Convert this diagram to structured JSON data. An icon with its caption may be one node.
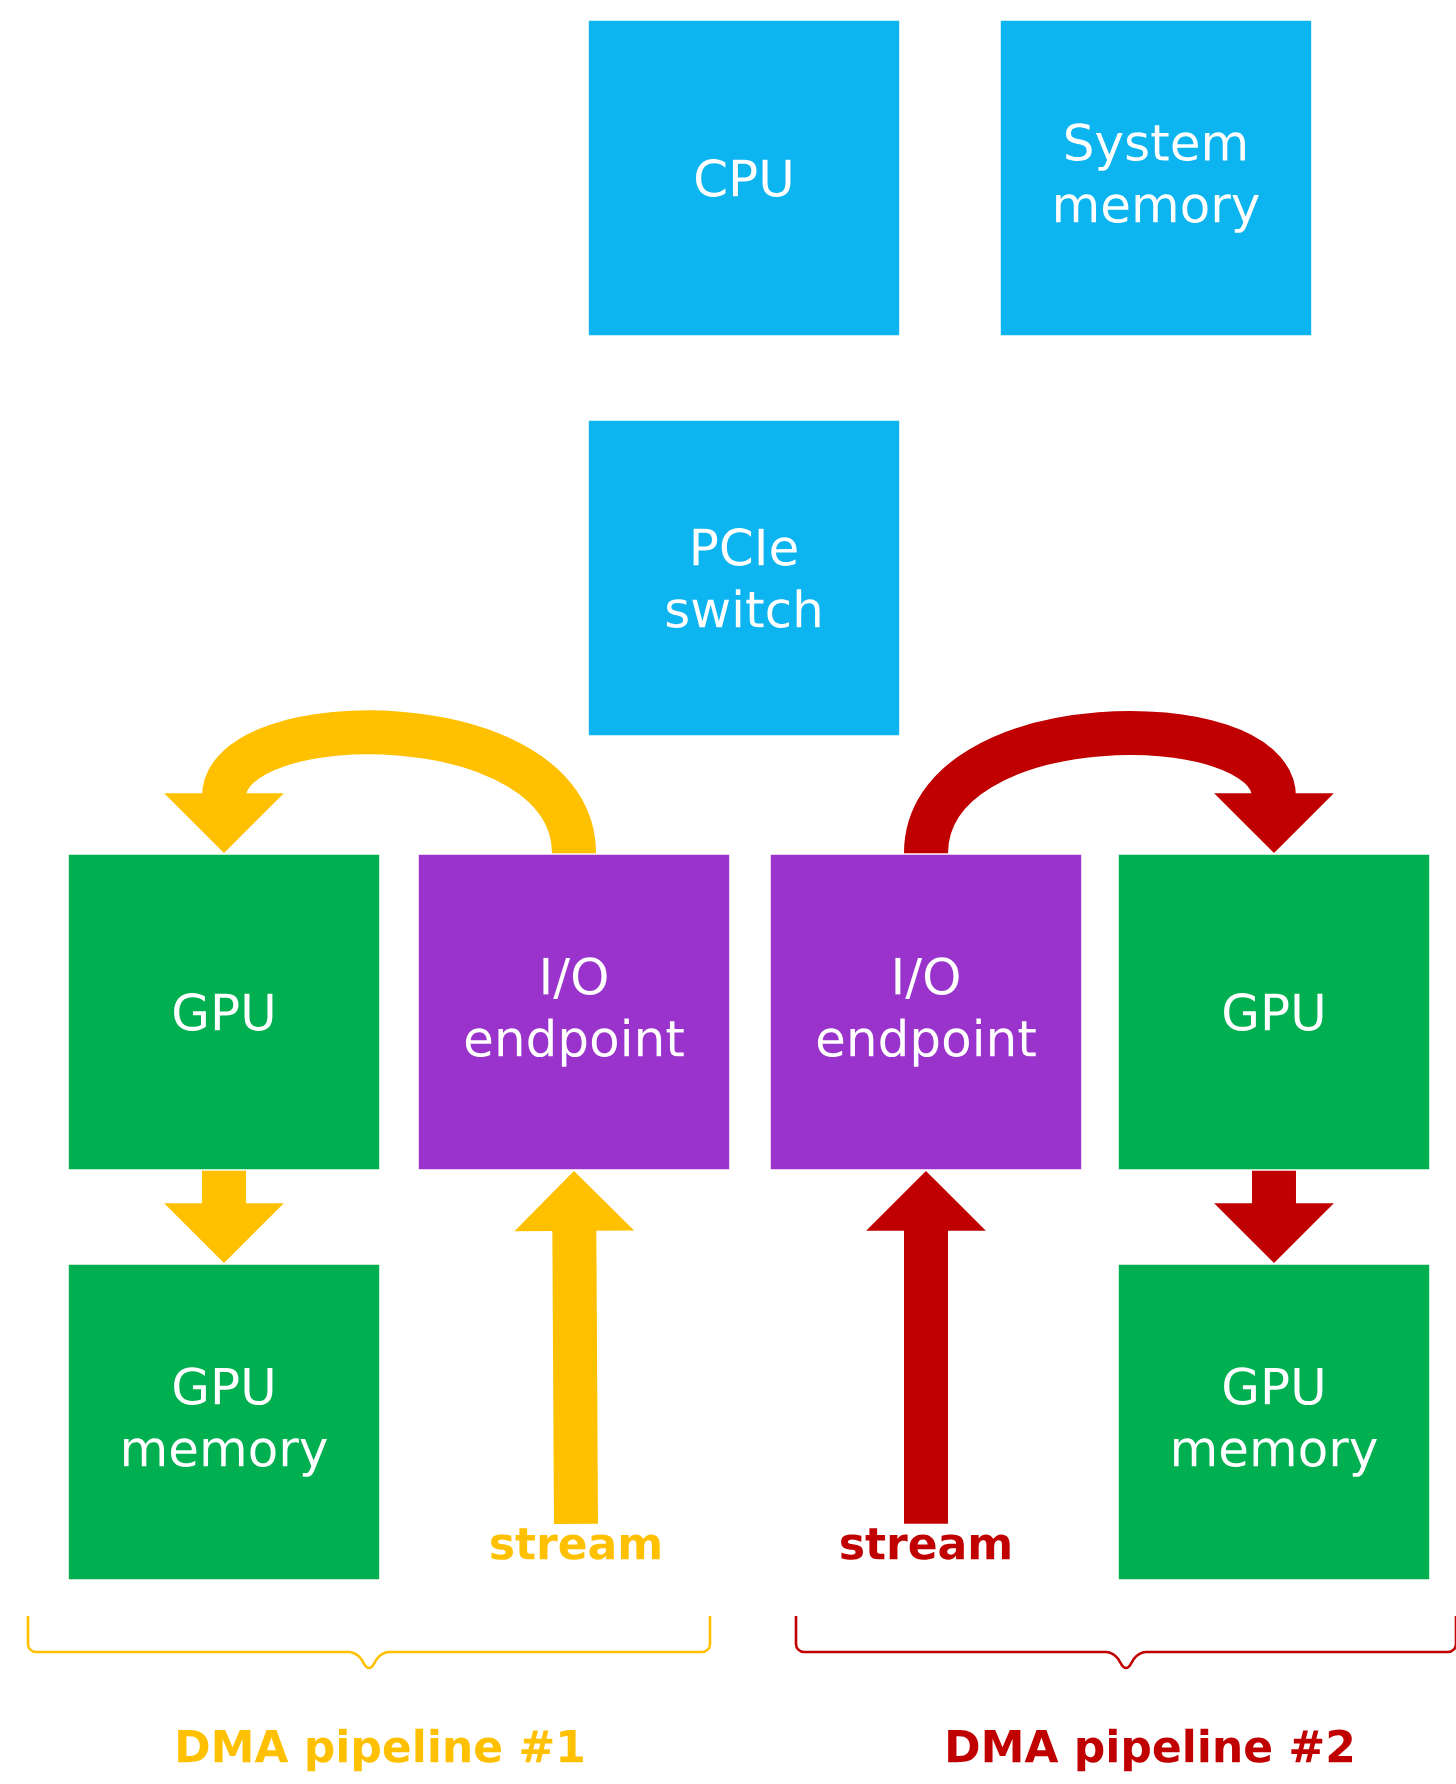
{
  "diagram": {
    "nodes": [
      {
        "text": [
          "CPU"
        ]
      },
      {
        "text": [
          "System memory"
        ]
      },
      {
        "text": [
          "PCIe switch"
        ]
      },
      {
        "text": [
          "GPU"
        ]
      },
      {
        "text": [
          "I/O endpoint"
        ]
      },
      {
        "text": [
          "I/O endpoint"
        ]
      },
      {
        "text": [
          "GPU"
        ]
      },
      {
        "text": [
          "GPU memory"
        ]
      },
      {
        "text": [
          "GPU memory"
        ]
      },
      {
        "text": [
          "stream"
        ]
      },
      {
        "text": [
          "stream"
        ]
      }
    ],
    "edges": [
      {
        "from": 4,
        "to": 3,
        "arrow": "to",
        "color": "#ffc000"
      },
      {
        "from": 5,
        "to": 6,
        "arrow": "to",
        "color": "#c00000"
      },
      {
        "from": 3,
        "to": 7,
        "arrow": "to",
        "color": "#ffc000"
      },
      {
        "from": 6,
        "to": 8,
        "arrow": "to",
        "color": "#c00000"
      },
      {
        "from": 9,
        "to": 4,
        "arrow": "to",
        "color": "#ffc000"
      },
      {
        "from": 10,
        "to": 5,
        "arrow": "to",
        "color": "#c00000"
      }
    ],
    "labels": [
      "DMA pipeline #1",
      "DMA pipeline #2"
    ]
  }
}
